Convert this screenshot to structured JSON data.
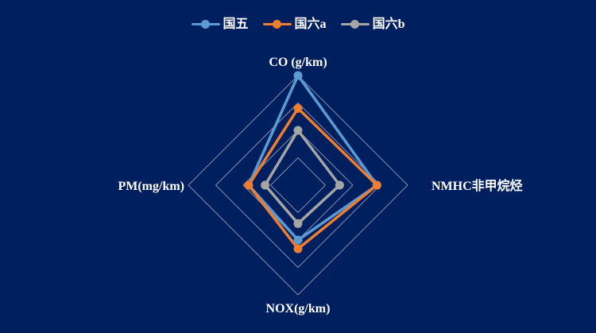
{
  "chart_data": {
    "type": "radar",
    "axes": [
      "CO (g/km)",
      "NMHC非甲烷烃",
      "NOX(g/km)",
      "PM(mg/km)"
    ],
    "rlim": [
      0,
      1.0
    ],
    "rings": 4,
    "grid": true,
    "legend_position": "top",
    "series": [
      {
        "name": "国五",
        "color": "#5b9bd5",
        "values": [
          1.0,
          0.72,
          0.5,
          0.45
        ]
      },
      {
        "name": "国六a",
        "color": "#ed7d31",
        "values": [
          0.7,
          0.72,
          0.58,
          0.45
        ]
      },
      {
        "name": "国六b",
        "color": "#a5a5a5",
        "values": [
          0.5,
          0.38,
          0.35,
          0.3
        ]
      }
    ]
  }
}
